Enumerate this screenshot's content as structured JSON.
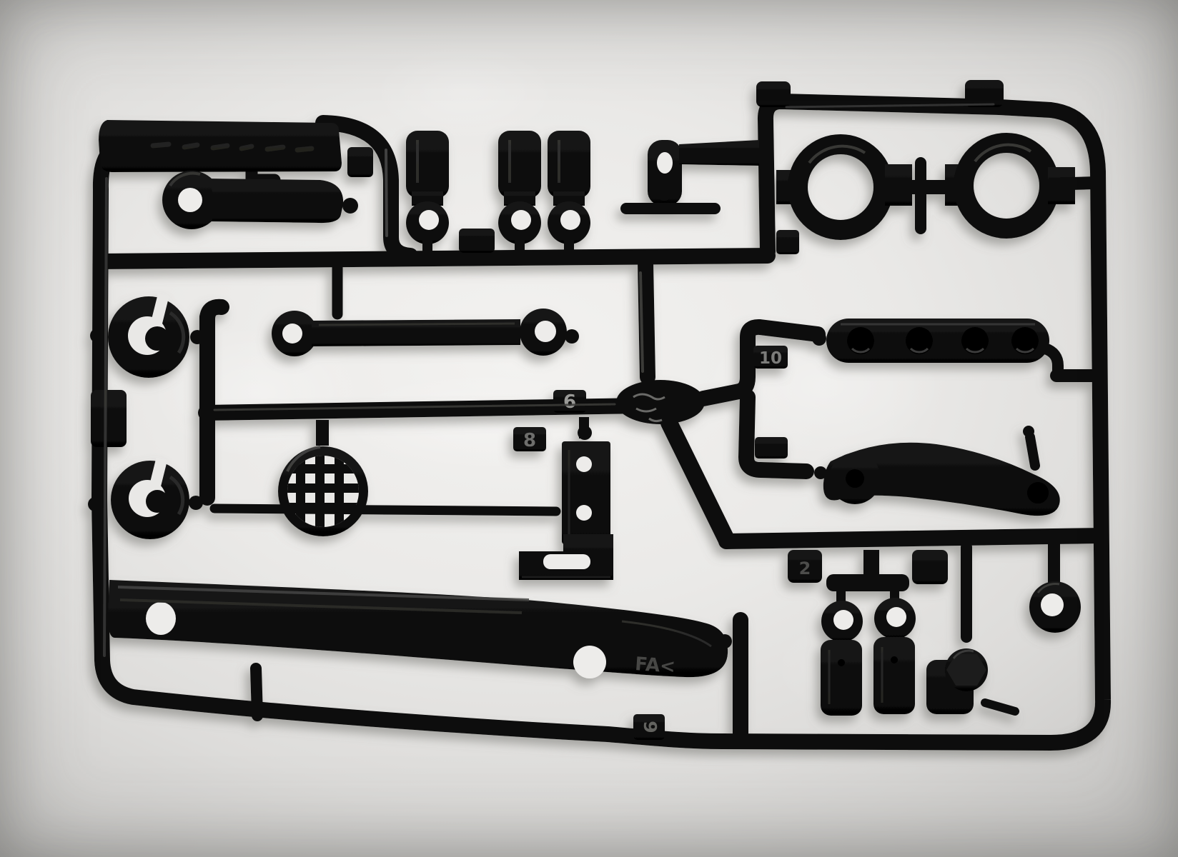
{
  "scene": {
    "description": "Photograph of a black injection-molded plastic model-kit parts sprue (runner tree) lying on white paper",
    "background_color": "#eae9e7",
    "plastic_color": "#0c0c0c",
    "shadow_color": "#76756f",
    "hole_paper_color": "#edecea"
  },
  "sprue": {
    "markings": {
      "tag_top": "",
      "tag_6": "6",
      "tag_8": "8",
      "tag_10": "10",
      "tag_mid": "",
      "tag_9": "9",
      "tag_2": "2",
      "tag_7": "",
      "tag_upper": "",
      "arm_code": "FA<",
      "top_bar_lettering": ""
    },
    "notes": {
      "top_bar_lettering": "faint embossed lettering on top-left runner bar, illegible in photo",
      "tag_style": "small molded square tabs with embossed part numbers"
    },
    "parts": [
      {
        "name": "runner-frame",
        "desc": "rounded rectangular runner frame, open at top-center, stepped top-right rail"
      },
      {
        "name": "embossed-runner-bar",
        "desc": "thick flat top-left bar with faint embossed lettering"
      },
      {
        "name": "steering-arm",
        "desc": "arm with round eyelet boss, top-left"
      },
      {
        "name": "ball-connector",
        "desc": "three cylindrical rod-ends with side eyelets, top-center"
      },
      {
        "name": "hook-bracket",
        "desc": "small hooked bracket with oval slot and thin pin, top-center-right"
      },
      {
        "name": "clamp-ring",
        "desc": "two round clamp collars with side blocks, top-right"
      },
      {
        "name": "link-rod",
        "desc": "double-eyelet link rod, center-left"
      },
      {
        "name": "slotted-disc",
        "desc": "two C-slotted round retainer discs, left"
      },
      {
        "name": "side-tab",
        "desc": "rectangular tab on left rail"
      },
      {
        "name": "mesh-grille",
        "desc": "round lattice grille, center"
      },
      {
        "name": "thin-shaft",
        "desc": "long thin shaft, center"
      },
      {
        "name": "drilled-plate",
        "desc": "flat vertical plate with two holes, center"
      },
      {
        "name": "step-bracket",
        "desc": "stepped bracket with oblong slot, center-bottom"
      },
      {
        "name": "link-bar",
        "desc": "pill-shaped bar with four round recesses, right"
      },
      {
        "name": "curved-arm",
        "desc": "curved arm with round boss and recesses, right"
      },
      {
        "name": "channel-beam",
        "desc": "long channel beam with two through-holes and embossed code, bottom"
      },
      {
        "name": "rod-end-cylinder",
        "desc": "two eyelet-topped cylinders, bottom-right"
      },
      {
        "name": "ball-head-block",
        "desc": "block with faceted ball head, bottom-right"
      },
      {
        "name": "small-bushing-ring",
        "desc": "small thick ring, bottom-right"
      }
    ]
  }
}
